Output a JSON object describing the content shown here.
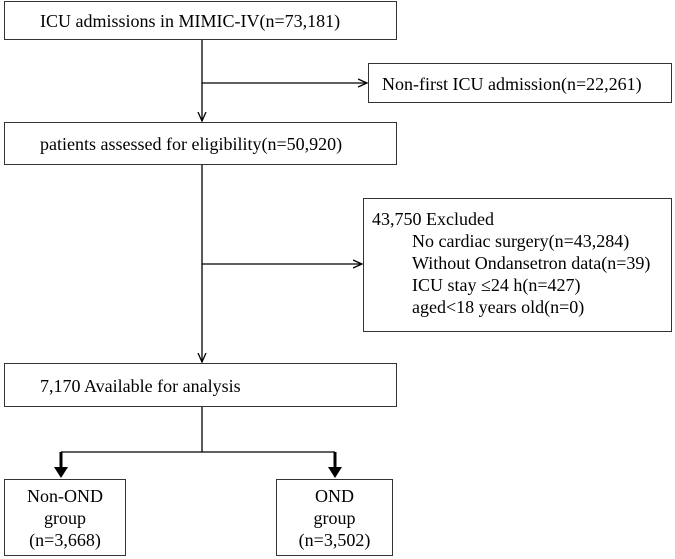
{
  "flowchart": {
    "admissions": "ICU admissions in MIMIC-IV(n=73,181)",
    "non_first": "Non-first ICU admission(n=22,261)",
    "eligibility": "patients assessed for eligibility(n=50,920)",
    "excluded": {
      "title": "43,750 Excluded",
      "items": [
        "No cardiac surgery(n=43,284)",
        "Without Ondansetron data(n=39)",
        "ICU stay ≤24 h(n=427)",
        "aged<18 years old(n=0)"
      ]
    },
    "available": "7,170 Available for analysis",
    "non_ond": {
      "line1": "Non-OND",
      "line2": "group",
      "line3": "(n=3,668)"
    },
    "ond": {
      "line1": "OND",
      "line2": "group",
      "line3": "(n=3,502)"
    }
  },
  "colors": {
    "border": "#333333",
    "arrow": "#000000",
    "text": "#000000"
  }
}
